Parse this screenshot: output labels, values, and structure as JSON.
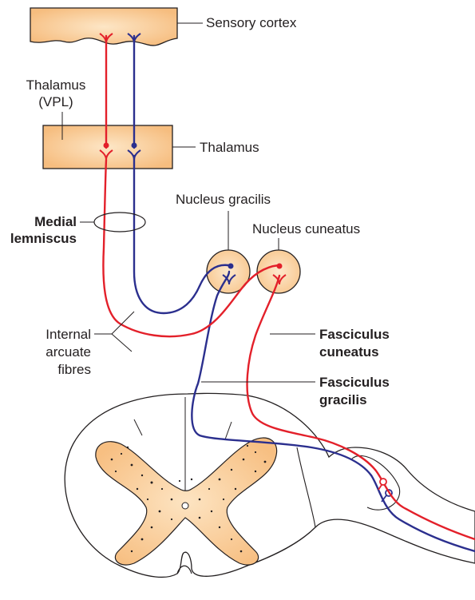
{
  "labels": {
    "sensory_cortex": "Sensory cortex",
    "thalamus_vpl_line1": "Thalamus",
    "thalamus_vpl_line2": "(VPL)",
    "thalamus": "Thalamus",
    "nucleus_gracilis": "Nucleus gracilis",
    "nucleus_cuneatus": "Nucleus cuneatus",
    "medial_lemniscus_line1": "Medial",
    "medial_lemniscus_line2": "lemniscus",
    "internal_arcuate_line1": "Internal",
    "internal_arcuate_line2": "arcuate",
    "internal_arcuate_line3": "fibres",
    "fasciculus_cuneatus_line1": "Fasciculus",
    "fasciculus_cuneatus_line2": "cuneatus",
    "fasciculus_gracilis_line1": "Fasciculus",
    "fasciculus_gracilis_line2": "gracilis"
  },
  "colors": {
    "red_pathway": "#e3202a",
    "blue_pathway": "#2b2f8e",
    "tissue_fill": "#f8c891",
    "nucleus_fill": "#fbd9ae",
    "grey_matter_fill": "#fbd3a0",
    "outline": "#231f20"
  }
}
